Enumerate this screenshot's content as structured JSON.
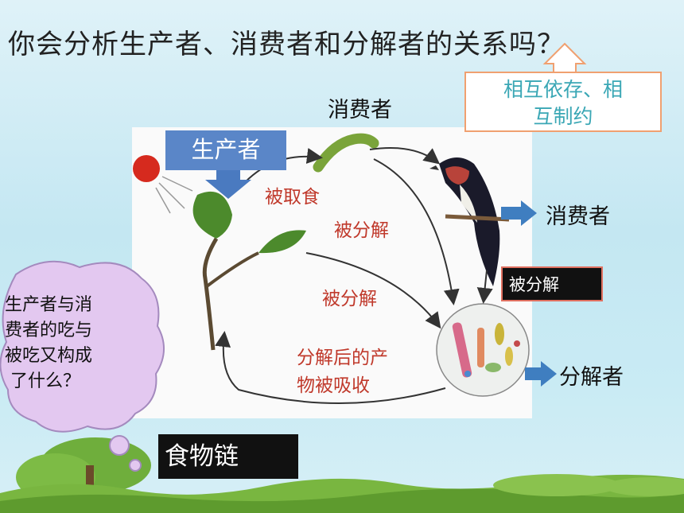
{
  "title": "你会分析生产者、消费者和分解者的关系吗？",
  "diagram": {
    "producer_label": "生产者",
    "consumer_label_top": "消费者",
    "consumer_label_right": "消费者",
    "decomposer_label": "分解者",
    "eaten_label": "被取食",
    "decomposed_label_1": "被分解",
    "decomposed_label_2": "被分解",
    "decomposed_label_3": "被分解",
    "absorbed_label_line1": "分解后的产",
    "absorbed_label_line2": "物被吸收"
  },
  "mutual_box": {
    "line1": "相互依存、相",
    "line2": "互制约"
  },
  "question_bubble": {
    "line1": "生产者与消",
    "line2": "费者的吃与",
    "line3": "被吃又构成",
    "line4": " 了什么？"
  },
  "answer": "食物链"
}
